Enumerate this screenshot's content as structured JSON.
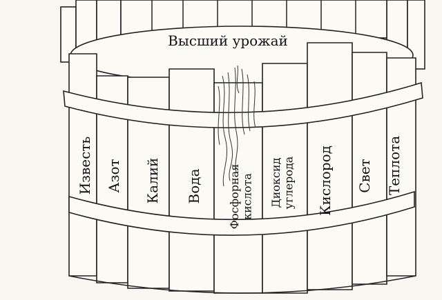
{
  "diagram": {
    "title": "Высший урожай",
    "staves": [
      {
        "id": "lime",
        "label": "Известь"
      },
      {
        "id": "nitrogen",
        "label": "Азот"
      },
      {
        "id": "potassium",
        "label": "Калий"
      },
      {
        "id": "water",
        "label": "Вода"
      },
      {
        "id": "phosphoric-acid",
        "label": "Фосфорная кислота"
      },
      {
        "id": "carbon-dioxide",
        "label": "Диоксид углерода"
      },
      {
        "id": "oxygen",
        "label": "Кислород"
      },
      {
        "id": "light",
        "label": "Свет"
      },
      {
        "id": "heat",
        "label": "Теплота"
      }
    ],
    "limiting_factor": "Фосфорная кислота"
  }
}
